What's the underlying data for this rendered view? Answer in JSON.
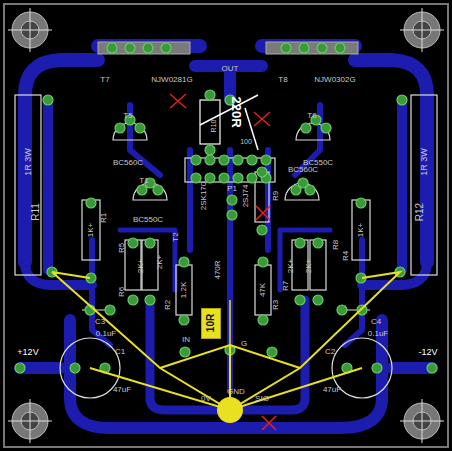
{
  "diagram": {
    "nodes": [
      {
        "text": [
          "10R"
        ]
      }
    ],
    "labels": [
      "T7",
      "NJW0281G",
      "OUT",
      "T8",
      "NJW0302G",
      "220R",
      "R10",
      "100",
      "T5",
      "BC560C",
      "T6",
      "BC550C",
      "T1",
      "BC550C",
      "2SK170",
      "P1",
      "2SJ74",
      "R9",
      "BC560C",
      "T2",
      "R1",
      "1K+",
      "R5",
      "2K+",
      "R6",
      "2K+",
      "R11",
      "1R 3W",
      "R12",
      "1R 3W",
      "R4",
      "1K+",
      "R7",
      "2K+",
      "R8",
      "2K+",
      "R2",
      "1.2K",
      "470R",
      "47K",
      "R3",
      "C3",
      "0.1uF",
      "C4",
      "0.1uF",
      "+12V",
      "-12V",
      "C1",
      "47uF",
      "C2",
      "47uF",
      "IN",
      "G",
      "0V",
      "GND",
      "SIG"
    ]
  }
}
